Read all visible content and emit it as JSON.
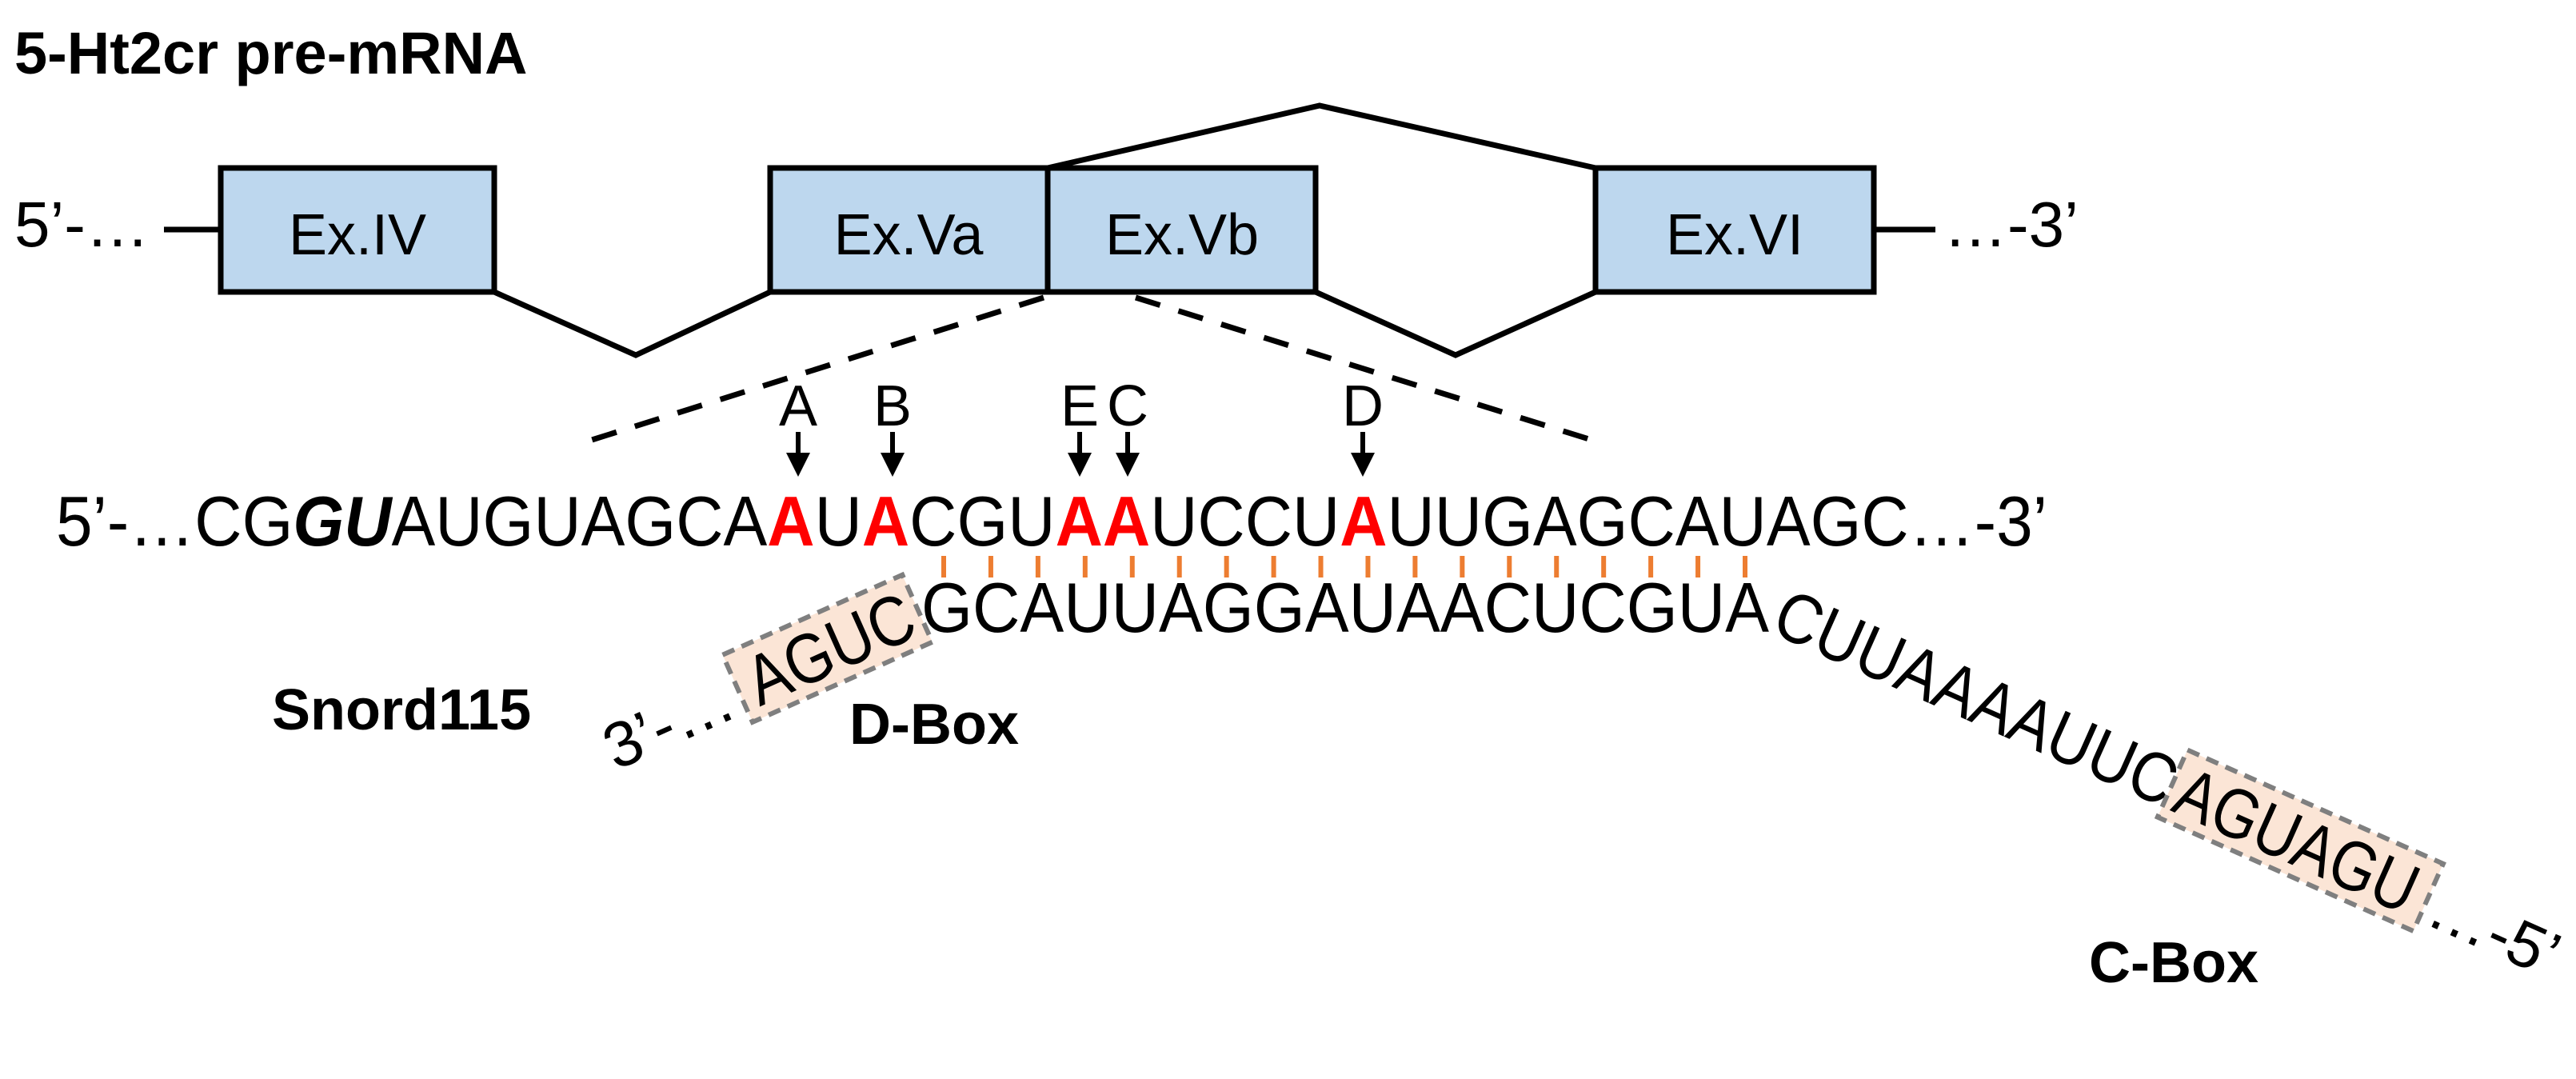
{
  "title": "5-Ht2cr pre-mRNA",
  "ends": {
    "gene_5": "5’-…",
    "gene_3": "…-3’",
    "seq_5": "5’-…",
    "seq_3": "…-3’",
    "snord_3": "3’-…",
    "snord_5": "…-5’"
  },
  "exons": {
    "ex4": "Ex.IV",
    "ex5a": "Ex.Va",
    "ex5b": "Ex.Vb",
    "ex6": "Ex.VI"
  },
  "sites": {
    "A": "A",
    "B": "B",
    "E": "E",
    "C": "C",
    "D": "D"
  },
  "mrna_sequence": {
    "s1": "CG",
    "s2": "GU",
    "s3": "AUGUAGCA",
    "a1": "A",
    "s4": "U",
    "a2": "A",
    "s5": "CGU",
    "a3": "AA",
    "s6": "UCCU",
    "a4": "A",
    "s7": "UUGAGCAUAGC"
  },
  "snord115": {
    "label": "Snord115",
    "d_box_seq": "AGUC",
    "paired_seq": "GCAUUAGGAUAACUCGUA",
    "tail_seq": "CUUAAAAUUC",
    "c_box_seq": "AGUAGU",
    "d_box_label": "D-Box",
    "c_box_label": "C-Box"
  },
  "colors": {
    "exon_fill": "#bdd7ee",
    "edited_base": "#ff0000",
    "pairing_tick": "#ed7d31",
    "box_fill": "#fbe5d6",
    "box_border": "#7f7f7f"
  }
}
